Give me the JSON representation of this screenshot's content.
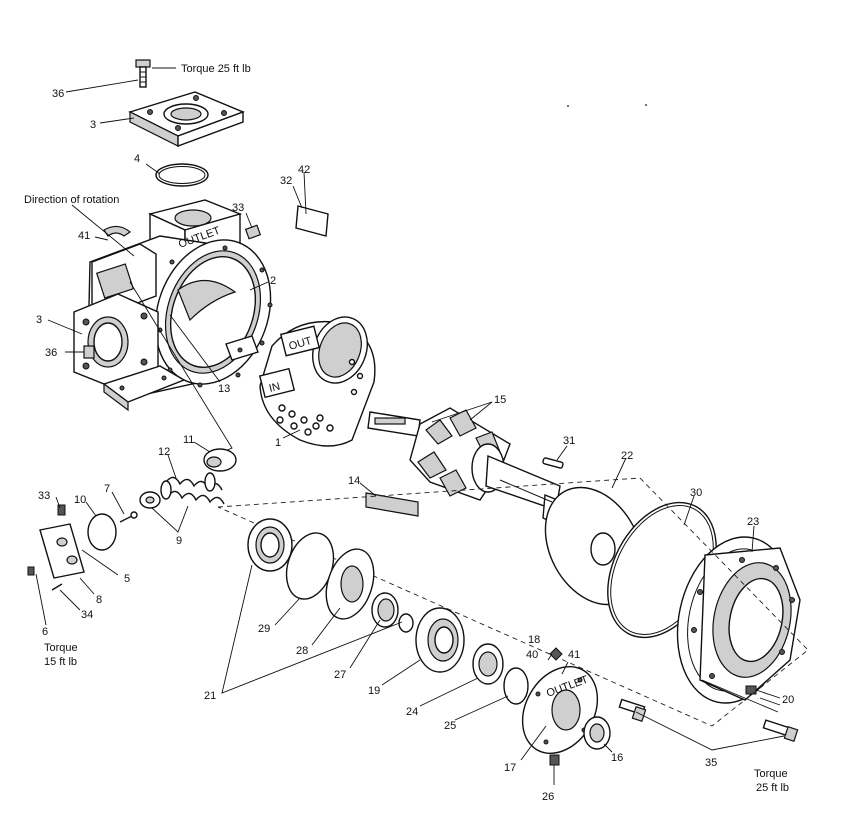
{
  "labels": {
    "torque_top": "Torque 25 ft lb",
    "direction_of_rotation": "Direction of rotation",
    "torque_left_1": "Torque",
    "torque_left_2": "15 ft lb",
    "torque_right_1": "Torque",
    "torque_right_2": "25 ft lb",
    "casing_out": "OUT",
    "casing_in": "IN",
    "head_outlet": "OUTLET",
    "cap_stamp": "OUTLET"
  },
  "callouts": {
    "c36a": "36",
    "c3a": "3",
    "c4": "4",
    "c42": "42",
    "c32": "32",
    "c33a": "33",
    "c41a": "41",
    "c2": "2",
    "c3b": "3",
    "c36b": "36",
    "c13": "13",
    "c1": "1",
    "c15": "15",
    "c31": "31",
    "c22": "22",
    "c30": "30",
    "c23": "23",
    "c14": "14",
    "c11": "11",
    "c12": "12",
    "c33b": "33",
    "c10": "10",
    "c7": "7",
    "c9": "9",
    "c5": "5",
    "c8": "8",
    "c34": "34",
    "c6": "6",
    "c29": "29",
    "c28": "28",
    "c27": "27",
    "c21": "21",
    "c19": "19",
    "c24": "24",
    "c25": "25",
    "c18": "18",
    "c40": "40",
    "c41b": "41",
    "c17": "17",
    "c16": "16",
    "c26": "26",
    "c35": "35",
    "c20": "20"
  }
}
